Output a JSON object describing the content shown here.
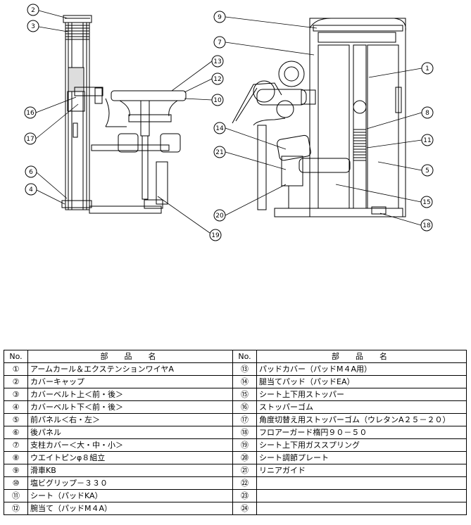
{
  "diagram": {
    "callouts": [
      "2",
      "3",
      "16",
      "17",
      "6",
      "4",
      "13",
      "12",
      "10",
      "19",
      "9",
      "7",
      "14",
      "21",
      "20",
      "1",
      "8",
      "11",
      "5",
      "15",
      "18"
    ]
  },
  "table": {
    "headers": {
      "no": "No.",
      "name": "部　品　名"
    },
    "rows": [
      {
        "left_no": "①",
        "left_name": "アームカール＆エクステンションワイヤA",
        "right_no": "⑬",
        "right_name": "パッドカバー（パッドM４A用）"
      },
      {
        "left_no": "②",
        "left_name": "カバーキャップ",
        "right_no": "⑭",
        "right_name": "腿当てパッド（パッドEA）"
      },
      {
        "left_no": "③",
        "left_name": "カバーベルト上＜前・後＞",
        "right_no": "⑮",
        "right_name": "シート上下用ストッパー"
      },
      {
        "left_no": "④",
        "left_name": "カバーベルト下＜前・後＞",
        "right_no": "⑯",
        "right_name": "ストッパーゴム"
      },
      {
        "left_no": "⑤",
        "left_name": "前パネル＜右・左＞",
        "right_no": "⑰",
        "right_name": "角度切替え用ストッパーゴム（ウレタンA２５－２０）"
      },
      {
        "left_no": "⑥",
        "left_name": "後パネル",
        "right_no": "⑱",
        "right_name": "フロアーガード楕円９０－５０"
      },
      {
        "left_no": "⑦",
        "left_name": "支柱カバー＜大・中・小＞",
        "right_no": "⑲",
        "right_name": "シート上下用ガススプリング"
      },
      {
        "left_no": "⑧",
        "left_name": "ウエイトピンφ８組立",
        "right_no": "⑳",
        "right_name": "シート調節プレート"
      },
      {
        "left_no": "⑨",
        "left_name": "滑車KB",
        "right_no": "㉑",
        "right_name": "リニアガイド"
      },
      {
        "left_no": "⑩",
        "left_name": "塩ビグリップ－３３０",
        "right_no": "㉒",
        "right_name": ""
      },
      {
        "left_no": "⑪",
        "left_name": "シート（パッドKA）",
        "right_no": "㉓",
        "right_name": ""
      },
      {
        "left_no": "⑫",
        "left_name": "腕当て（パッドM４A）",
        "right_no": "㉔",
        "right_name": ""
      }
    ]
  }
}
